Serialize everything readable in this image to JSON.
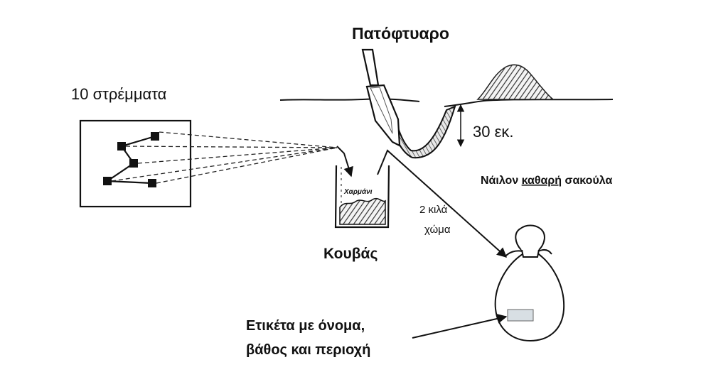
{
  "field": {
    "area_label": "10 στρέμματα"
  },
  "shovel": {
    "title": "Πατόφτυαρο"
  },
  "depth": {
    "label": "30 εκ."
  },
  "bag": {
    "label_prefix": "Νάιλον ",
    "label_underlined": "καθαρή",
    "label_suffix": " σακούλα"
  },
  "soil": {
    "line1": "2 κιλά",
    "line2": "χώμα"
  },
  "bucket": {
    "title": "Κουβάς",
    "content_label": "Χαρμάνι"
  },
  "tag": {
    "line1": "Ετικέτα με όνομα,",
    "line2": "βάθος και περιοχή"
  }
}
